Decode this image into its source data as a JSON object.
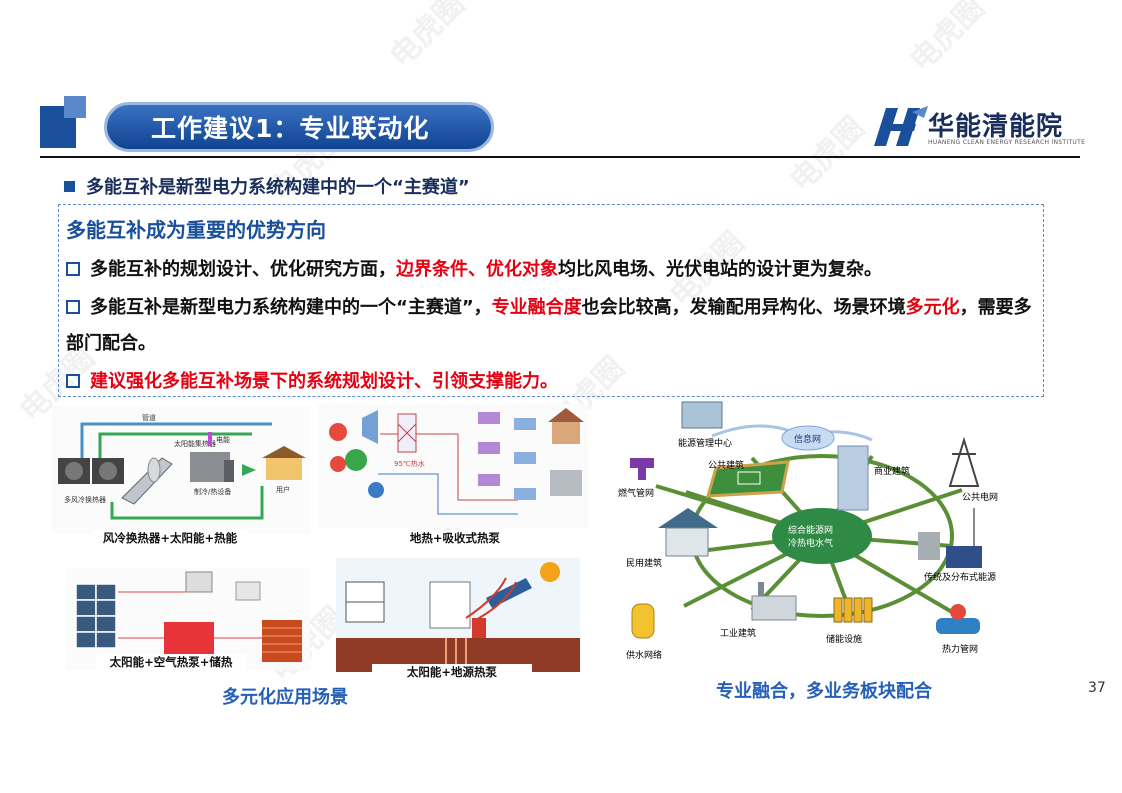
{
  "header": {
    "title": "工作建议1：专业联动化",
    "logo_name": "华能清能院",
    "logo_subtitle": "HUANENG CLEAN ENERGY RESEARCH INSTITUTE",
    "colors": {
      "brand_blue": "#1a4f9c",
      "accent_red": "#e60012"
    }
  },
  "lead": "多能互补是新型电力系统构建中的一个“主赛道”",
  "box": {
    "title": "多能互补成为重要的优势方向",
    "item1": {
      "a": "多能互补的规划设计、优化研究方面，",
      "b": "边界条件、优化对象",
      "c": "均比风电场、光伏电站的设计更为复杂。"
    },
    "item2": {
      "a": "多能互补是新型电力系统构建中的一个“主赛道”，",
      "b": "专业融合度",
      "c": "也会比较高，发输配用异构化、场景环境",
      "d": "多元化",
      "e": "，需要多部门配合。"
    },
    "item3": "建议强化多能互补场景下的系统规划设计、引领支撑能力。"
  },
  "diagrams": {
    "d1": {
      "caption": "风冷换热器+太阳能+热能",
      "labels": {
        "top": "管道",
        "elec": "电能",
        "hx": "多风冷换热器",
        "solar": "太阳能集热器",
        "heat": "制冷/热设备",
        "user": "用户"
      }
    },
    "d2": {
      "caption": "地热+吸收式热泵",
      "labels": {
        "temp": "95℃热水"
      }
    },
    "d3": {
      "caption": "太阳能+空气热泵+储热"
    },
    "d4": {
      "caption": "太阳能+地源热泵"
    }
  },
  "left_caption": "多元化应用场景",
  "network": {
    "hub_line1": "综合能源网",
    "hub_line2": "冷热电水气",
    "info_net": "信息网",
    "nodes": {
      "energy_center": "能源管理中心",
      "public_building": "公共建筑",
      "commercial_building": "商业建筑",
      "gas_net": "燃气管网",
      "public_grid": "公共电网",
      "residential": "民用建筑",
      "distributed": "传统及分布式能源",
      "industrial": "工业建筑",
      "storage": "储能设施",
      "water": "供水网络",
      "heat_net": "热力管网"
    }
  },
  "right_caption": "专业融合，多业务板块配合",
  "page_number": "37",
  "watermark": "电虎圈"
}
